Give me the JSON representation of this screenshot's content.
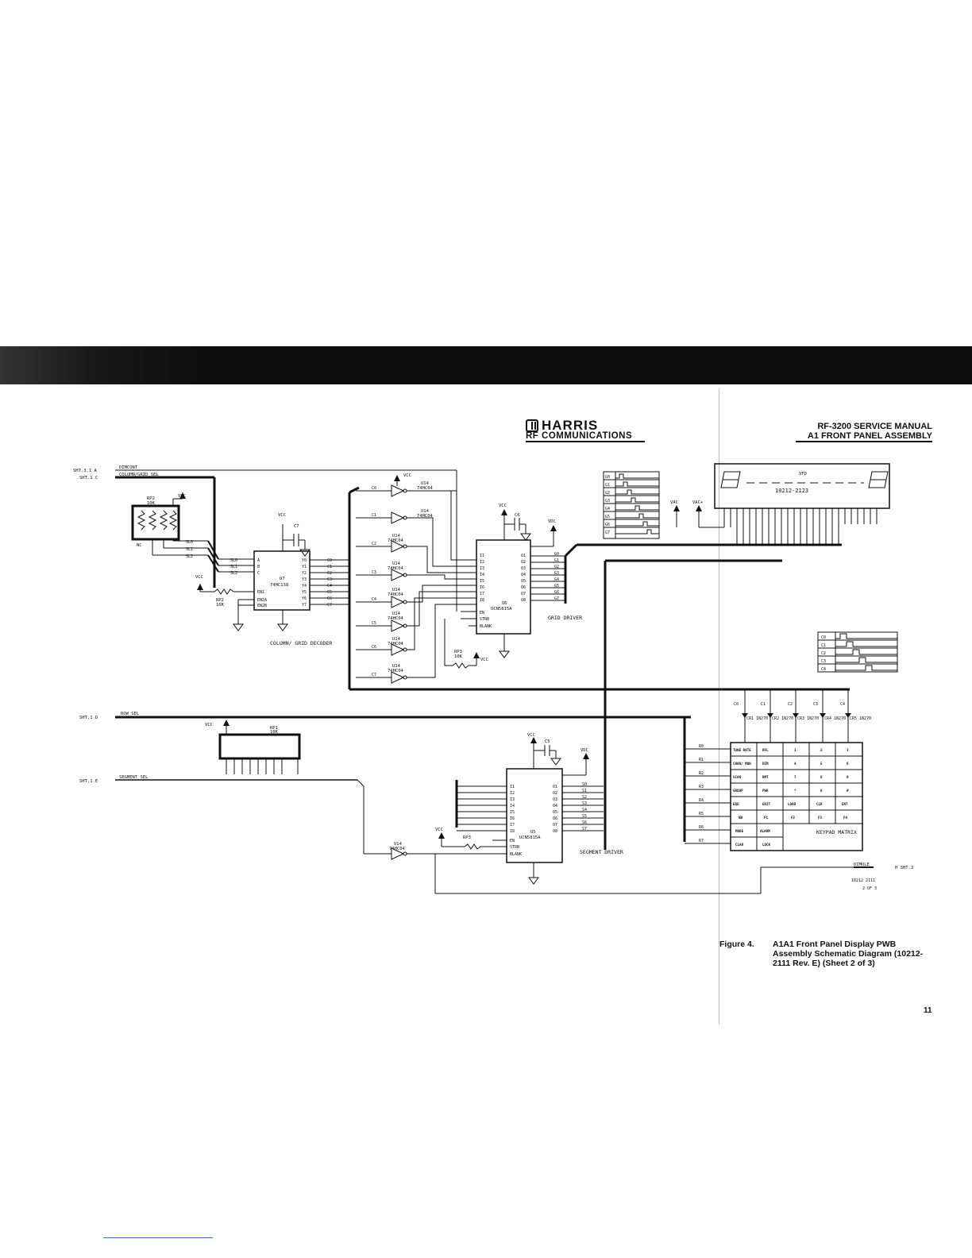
{
  "header": {
    "brand": "HARRIS",
    "brand_sub": "RF COMMUNICATIONS",
    "manual_title": "RF-3200 SERVICE MANUAL",
    "manual_subtitle": "A1 FRONT PANEL ASSEMBLY"
  },
  "offsheet": {
    "sht3a": "SHT.3.1 A",
    "sht1c": "SHT.1 C",
    "sht1d": "SHT.1 D",
    "sht1e": "SHT.1 E",
    "sht3h": "H SHT.3"
  },
  "nets": {
    "dimcont": "DIMCONT",
    "col_grid_sel": "COLUMN/GRID SEL",
    "row_sel": "ROW SEL",
    "segment_sel": "SEGMENT SEL",
    "dimule": "DIMULE",
    "vcc": "VCC",
    "vdc": "VDC",
    "vac": "VAC",
    "vacp": "VAC+",
    "nc": "NC"
  },
  "components": {
    "rp2": "RP2",
    "rp2_val": "10K",
    "rp1": "RP1",
    "rp1_val": "10K",
    "rp3": "RP3",
    "rp3_val": "10K",
    "u7": "U7",
    "u7_part": "74HC138",
    "u6": "U6",
    "u6_part": "UCN5815A",
    "u5": "U5",
    "u5_part": "UCN5815A",
    "inv": "U14",
    "inv_part": "74HC04",
    "c7": "C7",
    "c6": "C6",
    "c5": "C5",
    "vfd": "VFD",
    "vfd_part": "10212-2123"
  },
  "blocks": {
    "decoder": "COLUMN/ GRID DECODER",
    "grid_driver": "GRID DRIVER",
    "segment_driver": "SEGMENT DRIVER",
    "keypad": "KEYPAD MATRIX"
  },
  "u7_pins": {
    "left": [
      "A",
      "B",
      "C",
      "EN1",
      "EN2A",
      "EN2B"
    ],
    "right": [
      "Y0",
      "Y1",
      "Y2",
      "Y3",
      "Y4",
      "Y5",
      "Y6",
      "Y7"
    ]
  },
  "driver_pins": {
    "in": [
      "I1",
      "I2",
      "I3",
      "I4",
      "I5",
      "I6",
      "I7",
      "I8"
    ],
    "out": [
      "O1",
      "O2",
      "O3",
      "O4",
      "O5",
      "O6",
      "O7",
      "O8"
    ],
    "ctl": [
      "EN",
      "STRB",
      "BLANK"
    ]
  },
  "signals": {
    "col": [
      "C0",
      "C1",
      "C2",
      "C3",
      "C4",
      "C5",
      "C6",
      "C7"
    ],
    "grid": [
      "G0",
      "G1",
      "G2",
      "G3",
      "G4",
      "G5",
      "G6",
      "G7"
    ],
    "seg": [
      "S0",
      "S1",
      "S2",
      "S3",
      "S4",
      "S5",
      "S6",
      "S7"
    ],
    "sl": [
      "SL0",
      "SL1",
      "SL2"
    ],
    "row": [
      "R0",
      "R1",
      "R2",
      "R3",
      "R4",
      "R5",
      "R6",
      "R7"
    ]
  },
  "diodes": [
    "CR1 1N270",
    "CR2 1N270",
    "CR3 1N270",
    "CR4 1N270",
    "CR5 1N270"
  ],
  "keypad_rows": [
    [
      "TUNE RATE",
      "RFL",
      "1",
      "2",
      "3"
    ],
    [
      "CHAN/ MON",
      "DIM",
      "4",
      "5",
      "6"
    ],
    [
      "SCAN",
      "RMT",
      "7",
      "8",
      "9"
    ],
    [
      "GROUP",
      "PWR",
      "*",
      "0",
      "#"
    ],
    [
      "EQU",
      "EDIT",
      "LOAD",
      "CLR",
      "ENT"
    ],
    [
      "NB",
      "F1",
      "F2",
      "F3",
      "F4"
    ],
    [
      "MODE",
      "ALARM"
    ],
    [
      "CLAR",
      "LOCK"
    ]
  ],
  "drawing_no": "10212 2111",
  "sheet_no": "2 OF 3",
  "figure": {
    "number": "Figure 4.",
    "caption": "A1A1 Front Panel Display PWB Assembly Schematic Diagram (10212-2111 Rev. E) (Sheet 2 of 3)"
  },
  "page_number": "11"
}
